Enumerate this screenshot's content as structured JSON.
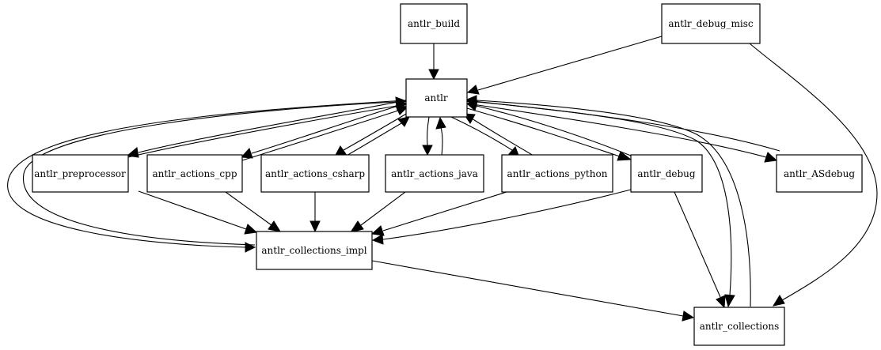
{
  "diagram": {
    "type": "dependency-graph",
    "nodes": [
      {
        "id": "antlr_build",
        "label": "antlr_build"
      },
      {
        "id": "antlr_debug_misc",
        "label": "antlr_debug_misc"
      },
      {
        "id": "antlr",
        "label": "antlr"
      },
      {
        "id": "antlr_preprocessor",
        "label": "antlr_preprocessor"
      },
      {
        "id": "antlr_actions_cpp",
        "label": "antlr_actions_cpp"
      },
      {
        "id": "antlr_actions_csharp",
        "label": "antlr_actions_csharp"
      },
      {
        "id": "antlr_actions_java",
        "label": "antlr_actions_java"
      },
      {
        "id": "antlr_actions_python",
        "label": "antlr_actions_python"
      },
      {
        "id": "antlr_debug",
        "label": "antlr_debug"
      },
      {
        "id": "antlr_ASdebug",
        "label": "antlr_ASdebug"
      },
      {
        "id": "antlr_collections_impl",
        "label": "antlr_collections_impl"
      },
      {
        "id": "antlr_collections",
        "label": "antlr_collections"
      }
    ],
    "edges": [
      {
        "from": "antlr_build",
        "to": "antlr"
      },
      {
        "from": "antlr_debug_misc",
        "to": "antlr"
      },
      {
        "from": "antlr_debug_misc",
        "to": "antlr_collections"
      },
      {
        "from": "antlr",
        "to": "antlr_preprocessor"
      },
      {
        "from": "antlr_preprocessor",
        "to": "antlr"
      },
      {
        "from": "antlr",
        "to": "antlr_actions_cpp"
      },
      {
        "from": "antlr_actions_cpp",
        "to": "antlr"
      },
      {
        "from": "antlr",
        "to": "antlr_actions_csharp"
      },
      {
        "from": "antlr_actions_csharp",
        "to": "antlr"
      },
      {
        "from": "antlr",
        "to": "antlr_actions_java"
      },
      {
        "from": "antlr_actions_java",
        "to": "antlr"
      },
      {
        "from": "antlr",
        "to": "antlr_actions_python"
      },
      {
        "from": "antlr_actions_python",
        "to": "antlr"
      },
      {
        "from": "antlr",
        "to": "antlr_debug"
      },
      {
        "from": "antlr_debug",
        "to": "antlr"
      },
      {
        "from": "antlr",
        "to": "antlr_ASdebug"
      },
      {
        "from": "antlr_ASdebug",
        "to": "antlr"
      },
      {
        "from": "antlr",
        "to": "antlr_collections_impl"
      },
      {
        "from": "antlr_collections_impl",
        "to": "antlr"
      },
      {
        "from": "antlr",
        "to": "antlr_collections"
      },
      {
        "from": "antlr_collections",
        "to": "antlr"
      },
      {
        "from": "antlr_preprocessor",
        "to": "antlr_collections_impl"
      },
      {
        "from": "antlr_actions_cpp",
        "to": "antlr_collections_impl"
      },
      {
        "from": "antlr_actions_csharp",
        "to": "antlr_collections_impl"
      },
      {
        "from": "antlr_actions_java",
        "to": "antlr_collections_impl"
      },
      {
        "from": "antlr_actions_python",
        "to": "antlr_collections_impl"
      },
      {
        "from": "antlr_debug",
        "to": "antlr_collections_impl"
      },
      {
        "from": "antlr_debug",
        "to": "antlr_collections"
      },
      {
        "from": "antlr_collections_impl",
        "to": "antlr_collections"
      }
    ]
  }
}
